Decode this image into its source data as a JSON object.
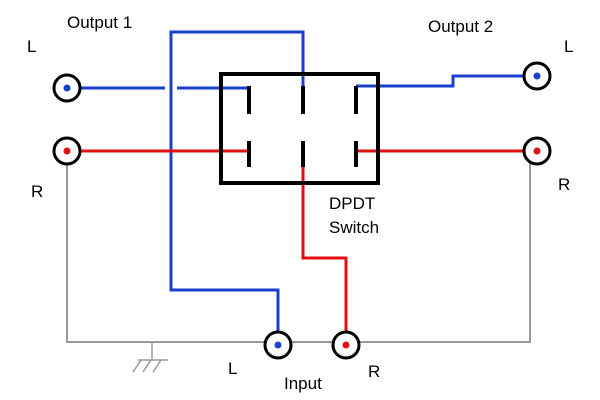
{
  "labels": {
    "output1": "Output 1",
    "output2": "Output 2",
    "output1_left": "L",
    "output1_right": "R",
    "output2_left": "L",
    "output2_right": "R",
    "switch_line1": "DPDT",
    "switch_line2": "Switch",
    "input": "Input",
    "input_left": "L",
    "input_right": "R"
  },
  "colors": {
    "left_channel": "#1a3fcc",
    "right_channel": "#e01010",
    "ground": "#999999",
    "outline": "#000000"
  }
}
